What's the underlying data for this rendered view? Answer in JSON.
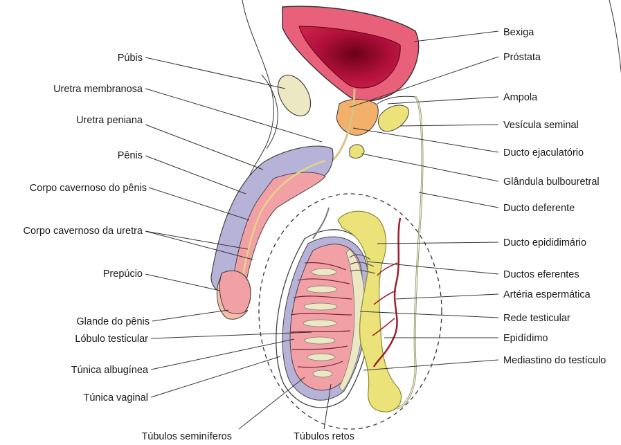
{
  "colors": {
    "bladder_outer": "#e8607a",
    "bladder_inner": "#b0103a",
    "prostate": "#f2b06a",
    "penis_blue": "#b7b3d8",
    "penis_pink": "#f1a0a6",
    "epididymis": "#ece27a",
    "pubis": "#ece8c4",
    "artery": "#9c1f2b",
    "outline": "#333333"
  },
  "labels": {
    "left": {
      "pubis": "Púbis",
      "uretra_membranosa": "Uretra membranosa",
      "uretra_peniana": "Uretra peniana",
      "penis": "Pênis",
      "corpo_cavernoso_penis": "Corpo cavernoso do pênis",
      "corpo_cavernoso_uretra": "Corpo cavernoso da uretra",
      "prepucio": "Prepúcio",
      "glande": "Glande do pênis",
      "lobulo": "Lóbulo testicular",
      "albuginea": "Túnica albugínea",
      "vaginal": "Túnica vaginal"
    },
    "right": {
      "bexiga": "Bexiga",
      "prostata": "Próstata",
      "ampola": "Ampola",
      "vesicula": "Vesícula seminal",
      "ejaculatorio": "Ducto ejaculatório",
      "bulbouretral": "Glândula bulbouretral",
      "deferente": "Ducto deferente",
      "epididimario": "Ducto epididimário",
      "eferentes": "Ductos eferentes",
      "arteria": "Artéria espermática",
      "rede": "Rede testicular",
      "epididimo": "Epidídimo",
      "mediastino": "Mediastino do testículo"
    },
    "bottom": {
      "seminiferos": "Túbulos seminíferos",
      "retos": "Túbulos retos"
    }
  }
}
